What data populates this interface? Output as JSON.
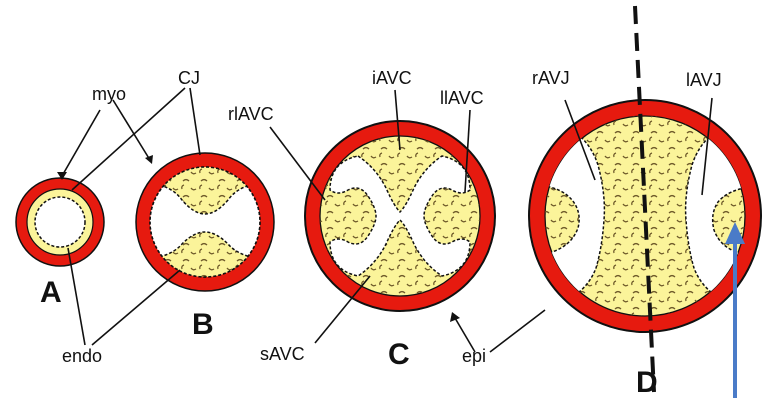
{
  "labels": {
    "myo": "myo",
    "cj": "CJ",
    "endo": "endo",
    "rlavc": "rlAVC",
    "iavc": "iAVC",
    "llavc": "llAVC",
    "savc": "sAVC",
    "epi": "epi",
    "ravj": "rAVJ",
    "lavj": "lAVJ"
  },
  "panels": {
    "a": "A",
    "b": "B",
    "c": "C",
    "d": "D"
  },
  "colors": {
    "myocardium": "#e61a0f",
    "cushion": "#fbf49a",
    "lumen": "#ffffff",
    "outline": "#111111",
    "mesenchyme_dash": "#6e5a2a",
    "arrow": "#4a7bc8"
  }
}
